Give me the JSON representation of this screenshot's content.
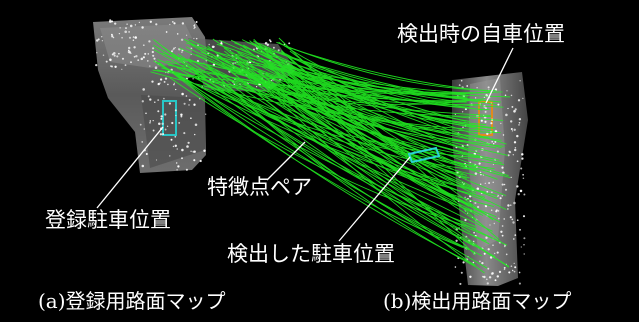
{
  "labels": {
    "detection_vehicle_position": "検出時の自車位置",
    "feature_pairs": "特徴点ペア",
    "registered_parking_position": "登録駐車位置",
    "detected_parking_position": "検出した駐車位置"
  },
  "captions": {
    "a": "(a)登録用路面マップ",
    "b": "(b)検出用路面マップ"
  },
  "colors": {
    "background": "#000000",
    "match_lines": "#22ee22",
    "registered_parking_box": "#29c6c6",
    "detected_parking_box": "#2ad4d4",
    "vehicle_position_box": "#e08a1e",
    "leader_lines": "#ffffff",
    "feature_points": "#ffffff"
  }
}
